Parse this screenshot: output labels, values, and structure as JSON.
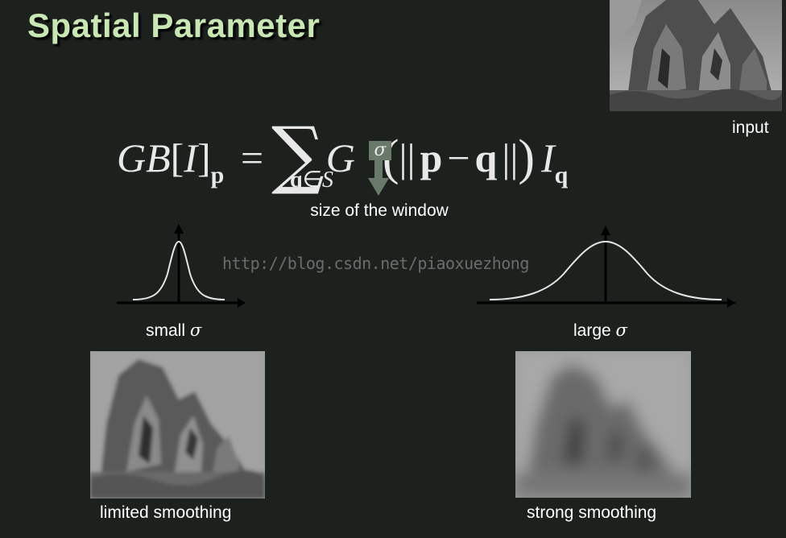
{
  "title": "Spatial Parameter",
  "formula": {
    "lhs_name": "GB",
    "lhs_arg": "I",
    "lhs_sub": "p",
    "equals": "=",
    "sum_symbol": "∑",
    "sum_index": "q∈S",
    "kernel": "G",
    "kernel_param": "σ",
    "norm_open": "||",
    "p": "p",
    "minus": "−",
    "q": "q",
    "norm_close": "||",
    "intensity": "I",
    "intensity_sub": "q"
  },
  "arrow_label": "size of the window",
  "watermark": "http://blog.csdn.net/piaoxuezhong",
  "input_label": "input",
  "small_label": "small",
  "large_label": "large",
  "sigma_symbol": "σ",
  "limited_label": "limited smoothing",
  "strong_label": "strong smoothing"
}
